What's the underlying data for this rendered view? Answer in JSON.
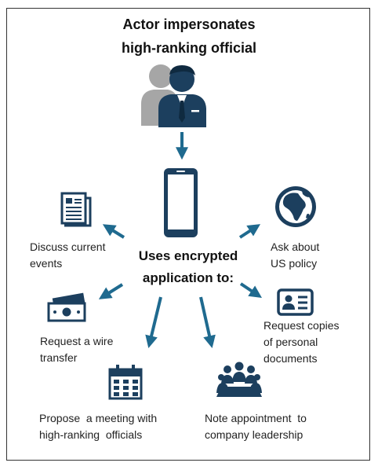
{
  "title_line1": "Actor impersonates",
  "title_line2": "high-ranking official",
  "center_line1": "Uses encrypted",
  "center_line2": "application to:",
  "actions": [
    {
      "line1": "Discuss current",
      "line2": "events",
      "icon": "newspaper-icon"
    },
    {
      "line1": "Ask about",
      "line2": "US policy",
      "icon": "globe-icon"
    },
    {
      "line1": "Request a wire",
      "line2": "transfer",
      "icon": "money-icon"
    },
    {
      "line1": "Request copies",
      "line2": "of personal",
      "line3": "documents",
      "icon": "id-card-icon"
    },
    {
      "line1": "Propose  a meeting with",
      "line2": "high-ranking  officials",
      "icon": "calendar-icon"
    },
    {
      "line1": "Note appointment  to",
      "line2": "company leadership",
      "icon": "people-group-icon"
    }
  ],
  "colors": {
    "navy": "#1c3f5e",
    "arrow": "#1f6a8f",
    "gray": "#a6a6a6"
  }
}
